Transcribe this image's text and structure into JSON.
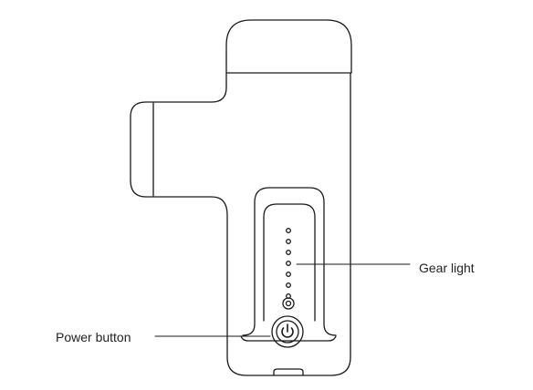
{
  "diagram": {
    "labels": {
      "gear_light": "Gear light",
      "power_button": "Power button"
    },
    "gear_light_count": 7,
    "colors": {
      "stroke": "#1a1a1a",
      "background": "#ffffff",
      "text": "#222222"
    },
    "icons": {
      "power": "power-icon",
      "indicator": "gear-light-dot"
    }
  }
}
